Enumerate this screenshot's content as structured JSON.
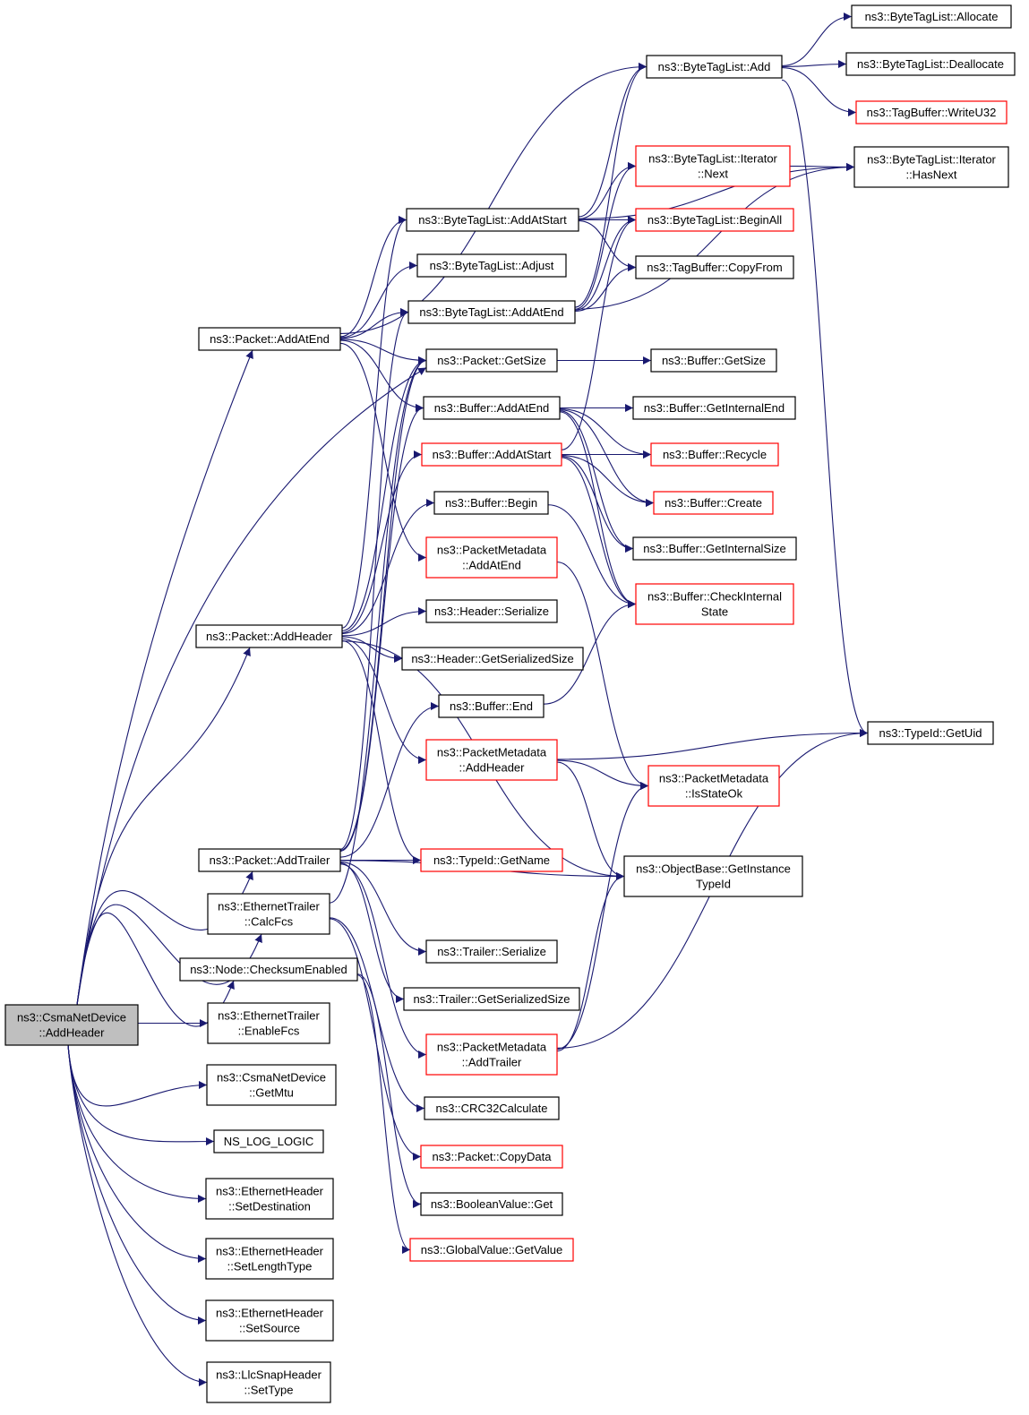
{
  "diagram": {
    "type": "call-graph",
    "nodes": [
      {
        "id": "root",
        "lines": [
          "ns3::CsmaNetDevice",
          "::AddHeader"
        ],
        "style": "root"
      },
      {
        "id": "pkt_addatend",
        "lines": [
          "ns3::Packet::AddAtEnd"
        ]
      },
      {
        "id": "pkt_addheader",
        "lines": [
          "ns3::Packet::AddHeader"
        ]
      },
      {
        "id": "pkt_addtrailer",
        "lines": [
          "ns3::Packet::AddTrailer"
        ]
      },
      {
        "id": "eth_calcfcs",
        "lines": [
          "ns3::EthernetTrailer",
          "::CalcFcs"
        ]
      },
      {
        "id": "node_checksum",
        "lines": [
          "ns3::Node::ChecksumEnabled"
        ]
      },
      {
        "id": "eth_enablefcs",
        "lines": [
          "ns3::EthernetTrailer",
          "::EnableFcs"
        ]
      },
      {
        "id": "csma_getmtu",
        "lines": [
          "ns3::CsmaNetDevice",
          "::GetMtu"
        ]
      },
      {
        "id": "ns_log_logic",
        "lines": [
          "NS_LOG_LOGIC"
        ]
      },
      {
        "id": "ethh_setdest",
        "lines": [
          "ns3::EthernetHeader",
          "::SetDestination"
        ]
      },
      {
        "id": "ethh_setlen",
        "lines": [
          "ns3::EthernetHeader",
          "::SetLengthType"
        ]
      },
      {
        "id": "ethh_setsrc",
        "lines": [
          "ns3::EthernetHeader",
          "::SetSource"
        ]
      },
      {
        "id": "llc_settype",
        "lines": [
          "ns3::LlcSnapHeader",
          "::SetType"
        ]
      },
      {
        "id": "btl_addatstart",
        "lines": [
          "ns3::ByteTagList::AddAtStart"
        ]
      },
      {
        "id": "btl_adjust",
        "lines": [
          "ns3::ByteTagList::Adjust"
        ]
      },
      {
        "id": "btl_addatend",
        "lines": [
          "ns3::ByteTagList::AddAtEnd"
        ]
      },
      {
        "id": "pkt_getsize",
        "lines": [
          "ns3::Packet::GetSize"
        ]
      },
      {
        "id": "buf_addatend",
        "lines": [
          "ns3::Buffer::AddAtEnd"
        ]
      },
      {
        "id": "buf_addatstart",
        "lines": [
          "ns3::Buffer::AddAtStart"
        ],
        "style": "red"
      },
      {
        "id": "buf_begin",
        "lines": [
          "ns3::Buffer::Begin"
        ]
      },
      {
        "id": "pm_addatend",
        "lines": [
          "ns3::PacketMetadata",
          "::AddAtEnd"
        ],
        "style": "red"
      },
      {
        "id": "hdr_serialize",
        "lines": [
          "ns3::Header::Serialize"
        ]
      },
      {
        "id": "hdr_getsersize",
        "lines": [
          "ns3::Header::GetSerializedSize"
        ]
      },
      {
        "id": "buf_end",
        "lines": [
          "ns3::Buffer::End"
        ]
      },
      {
        "id": "pm_addheader",
        "lines": [
          "ns3::PacketMetadata",
          "::AddHeader"
        ],
        "style": "red"
      },
      {
        "id": "typeid_getname",
        "lines": [
          "ns3::TypeId::GetName"
        ],
        "style": "red"
      },
      {
        "id": "trl_serialize",
        "lines": [
          "ns3::Trailer::Serialize"
        ]
      },
      {
        "id": "trl_getsersize",
        "lines": [
          "ns3::Trailer::GetSerializedSize"
        ]
      },
      {
        "id": "pm_addtrailer",
        "lines": [
          "ns3::PacketMetadata",
          "::AddTrailer"
        ],
        "style": "red"
      },
      {
        "id": "crc32",
        "lines": [
          "ns3::CRC32Calculate"
        ]
      },
      {
        "id": "pkt_copydata",
        "lines": [
          "ns3::Packet::CopyData"
        ],
        "style": "red"
      },
      {
        "id": "bool_get",
        "lines": [
          "ns3::BooleanValue::Get"
        ]
      },
      {
        "id": "gv_getvalue",
        "lines": [
          "ns3::GlobalValue::GetValue"
        ],
        "style": "red"
      },
      {
        "id": "btl_add",
        "lines": [
          "ns3::ByteTagList::Add"
        ]
      },
      {
        "id": "btl_iter_next",
        "lines": [
          "ns3::ByteTagList::Iterator",
          "::Next"
        ],
        "style": "red"
      },
      {
        "id": "btl_beginall",
        "lines": [
          "ns3::ByteTagList::BeginAll"
        ],
        "style": "red"
      },
      {
        "id": "tb_copyfrom",
        "lines": [
          "ns3::TagBuffer::CopyFrom"
        ]
      },
      {
        "id": "buf_getsize",
        "lines": [
          "ns3::Buffer::GetSize"
        ]
      },
      {
        "id": "buf_getintend",
        "lines": [
          "ns3::Buffer::GetInternalEnd"
        ]
      },
      {
        "id": "buf_recycle",
        "lines": [
          "ns3::Buffer::Recycle"
        ],
        "style": "red"
      },
      {
        "id": "buf_create",
        "lines": [
          "ns3::Buffer::Create"
        ],
        "style": "red"
      },
      {
        "id": "buf_getintsize",
        "lines": [
          "ns3::Buffer::GetInternalSize"
        ]
      },
      {
        "id": "buf_checkint",
        "lines": [
          "ns3::Buffer::CheckInternal",
          "State"
        ],
        "style": "red"
      },
      {
        "id": "pm_isstateok",
        "lines": [
          "ns3::PacketMetadata",
          "::IsStateOk"
        ],
        "style": "red"
      },
      {
        "id": "ob_getinsttype",
        "lines": [
          "ns3::ObjectBase::GetInstance",
          "TypeId"
        ]
      },
      {
        "id": "btl_allocate",
        "lines": [
          "ns3::ByteTagList::Allocate"
        ]
      },
      {
        "id": "btl_deallocate",
        "lines": [
          "ns3::ByteTagList::Deallocate"
        ]
      },
      {
        "id": "tb_writeu32",
        "lines": [
          "ns3::TagBuffer::WriteU32"
        ],
        "style": "red"
      },
      {
        "id": "btl_iter_hasnext",
        "lines": [
          "ns3::ByteTagList::Iterator",
          "::HasNext"
        ]
      },
      {
        "id": "typeid_getuid",
        "lines": [
          "ns3::TypeId::GetUid"
        ]
      }
    ],
    "edges": [
      [
        "root",
        "pkt_addatend"
      ],
      [
        "root",
        "pkt_addheader"
      ],
      [
        "root",
        "pkt_addtrailer"
      ],
      [
        "root",
        "eth_calcfcs"
      ],
      [
        "root",
        "node_checksum"
      ],
      [
        "root",
        "eth_enablefcs"
      ],
      [
        "root",
        "csma_getmtu"
      ],
      [
        "root",
        "ns_log_logic"
      ],
      [
        "root",
        "ethh_setdest"
      ],
      [
        "root",
        "ethh_setlen"
      ],
      [
        "root",
        "ethh_setsrc"
      ],
      [
        "root",
        "llc_settype"
      ],
      [
        "root",
        "pkt_getsize"
      ],
      [
        "pkt_addatend",
        "btl_add"
      ],
      [
        "pkt_addatend",
        "btl_addatstart"
      ],
      [
        "pkt_addatend",
        "btl_adjust"
      ],
      [
        "pkt_addatend",
        "btl_addatend"
      ],
      [
        "pkt_addatend",
        "pkt_getsize"
      ],
      [
        "pkt_addatend",
        "buf_addatend"
      ],
      [
        "pkt_addatend",
        "pm_addatend"
      ],
      [
        "pkt_addheader",
        "btl_addatstart"
      ],
      [
        "pkt_addheader",
        "pkt_getsize"
      ],
      [
        "pkt_addheader",
        "buf_addatstart"
      ],
      [
        "pkt_addheader",
        "buf_begin"
      ],
      [
        "pkt_addheader",
        "hdr_serialize"
      ],
      [
        "pkt_addheader",
        "hdr_getsersize"
      ],
      [
        "pkt_addheader",
        "pm_addheader"
      ],
      [
        "pkt_addheader",
        "typeid_getname"
      ],
      [
        "pkt_addheader",
        "ob_getinsttype"
      ],
      [
        "pkt_addtrailer",
        "btl_addatend"
      ],
      [
        "pkt_addtrailer",
        "pkt_getsize"
      ],
      [
        "pkt_addtrailer",
        "buf_addatend"
      ],
      [
        "pkt_addtrailer",
        "buf_end"
      ],
      [
        "pkt_addtrailer",
        "typeid_getname"
      ],
      [
        "pkt_addtrailer",
        "ob_getinsttype"
      ],
      [
        "pkt_addtrailer",
        "trl_serialize"
      ],
      [
        "pkt_addtrailer",
        "trl_getsersize"
      ],
      [
        "pkt_addtrailer",
        "pm_addtrailer"
      ],
      [
        "eth_calcfcs",
        "crc32"
      ],
      [
        "eth_calcfcs",
        "pkt_copydata"
      ],
      [
        "eth_calcfcs",
        "pkt_getsize"
      ],
      [
        "node_checksum",
        "bool_get"
      ],
      [
        "node_checksum",
        "gv_getvalue"
      ],
      [
        "btl_addatstart",
        "btl_add"
      ],
      [
        "btl_addatstart",
        "btl_iter_next"
      ],
      [
        "btl_addatstart",
        "btl_beginall"
      ],
      [
        "btl_addatstart",
        "tb_copyfrom"
      ],
      [
        "btl_addatstart",
        "btl_iter_hasnext"
      ],
      [
        "btl_addatend",
        "btl_add"
      ],
      [
        "btl_addatend",
        "btl_iter_next"
      ],
      [
        "btl_addatend",
        "btl_beginall"
      ],
      [
        "btl_addatend",
        "tb_copyfrom"
      ],
      [
        "btl_addatend",
        "btl_iter_hasnext"
      ],
      [
        "pkt_getsize",
        "buf_getsize"
      ],
      [
        "buf_addatend",
        "buf_getintend"
      ],
      [
        "buf_addatend",
        "buf_recycle"
      ],
      [
        "buf_addatend",
        "buf_create"
      ],
      [
        "buf_addatend",
        "buf_getintsize"
      ],
      [
        "buf_addatend",
        "buf_checkint"
      ],
      [
        "buf_addatstart",
        "btl_beginall"
      ],
      [
        "buf_addatstart",
        "buf_recycle"
      ],
      [
        "buf_addatstart",
        "buf_create"
      ],
      [
        "buf_addatstart",
        "buf_getintsize"
      ],
      [
        "buf_addatstart",
        "buf_checkint"
      ],
      [
        "buf_begin",
        "buf_checkint"
      ],
      [
        "buf_end",
        "buf_checkint"
      ],
      [
        "pm_addatend",
        "pm_isstateok"
      ],
      [
        "pm_addheader",
        "typeid_getuid"
      ],
      [
        "pm_addheader",
        "pm_isstateok"
      ],
      [
        "pm_addheader",
        "ob_getinsttype"
      ],
      [
        "pm_addtrailer",
        "pm_isstateok"
      ],
      [
        "pm_addtrailer",
        "ob_getinsttype"
      ],
      [
        "pm_addtrailer",
        "typeid_getuid"
      ],
      [
        "btl_add",
        "btl_allocate"
      ],
      [
        "btl_add",
        "btl_deallocate"
      ],
      [
        "btl_add",
        "tb_writeu32"
      ],
      [
        "btl_add",
        "typeid_getuid"
      ],
      [
        "btl_iter_next",
        "btl_iter_hasnext"
      ]
    ]
  }
}
